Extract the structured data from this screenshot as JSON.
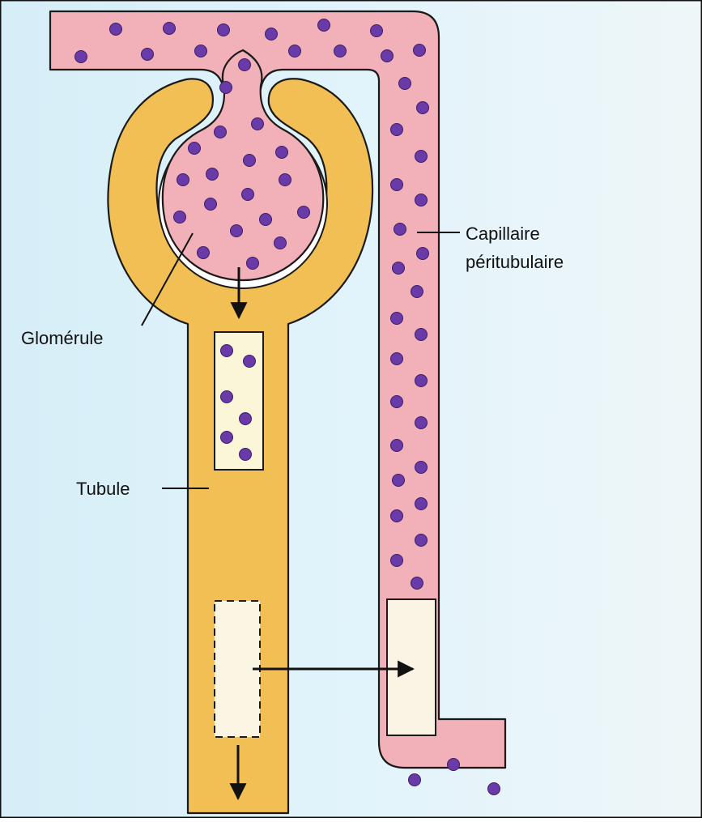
{
  "labels": {
    "capillary_line1": "Capillaire",
    "capillary_line2": "péritubulaire",
    "glomerulus": "Glomérule",
    "tubule": "Tubule"
  },
  "colors": {
    "background_light": "#eaf7fc",
    "background_blue": "#cfeaf6",
    "tubule_fill": "#f2bf55",
    "blood_fill": "#f2b0b9",
    "particle": "#6a3aa8",
    "outline": "#1a1a1a",
    "box_fill": "#fbf6d8"
  },
  "icons": {
    "particle": "purple-molecule-dot",
    "arrow": "arrow-icon"
  }
}
